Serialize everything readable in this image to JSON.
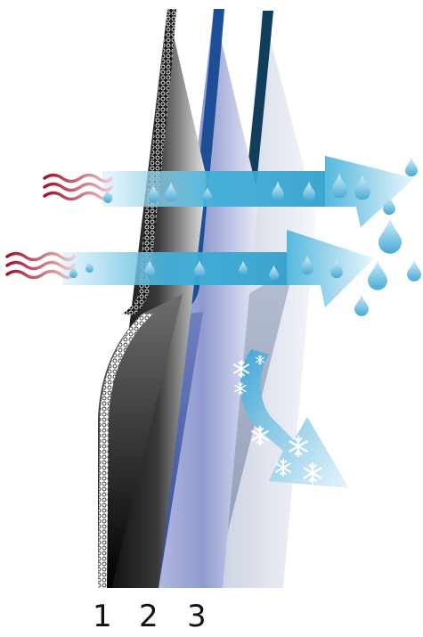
{
  "diagram": {
    "layer_labels": [
      "1",
      "2",
      "3"
    ],
    "icons": {
      "heat": "wavy-heat-lines-icon",
      "moisture": "water-drop-icon",
      "cold": "snowflake-icon"
    },
    "colors": {
      "layer1_dark": "#0d0d0d",
      "layer1_light": "#c8c8c8",
      "layer2_edge": "#1e4f96",
      "layer2_face": "#4f67a8",
      "layer3_edge": "#123e5e",
      "layer3_face": "#a9b3c9",
      "arrow_water": "#38a7d2",
      "heat_waves": "#b0203a",
      "drops": "#5fb8de",
      "snow": "#ffffff"
    }
  }
}
